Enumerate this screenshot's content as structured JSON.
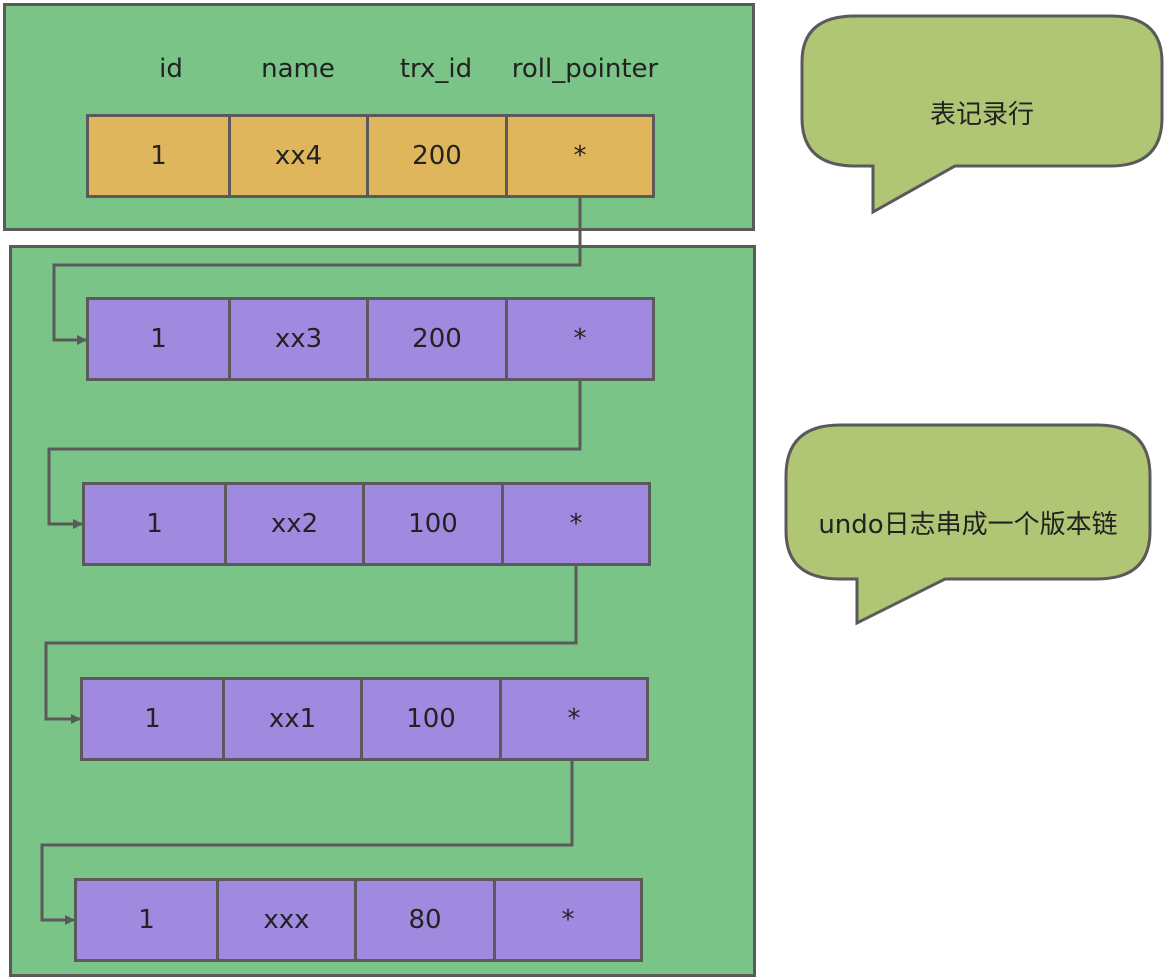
{
  "headers": [
    "id",
    "name",
    "trx_id",
    "roll_pointer"
  ],
  "current_record": [
    "1",
    "xx4",
    "200",
    "*"
  ],
  "undo_records": [
    [
      "1",
      "xx3",
      "200",
      "*"
    ],
    [
      "1",
      "xx2",
      "100",
      "*"
    ],
    [
      "1",
      "xx1",
      "100",
      "*"
    ],
    [
      "1",
      "xxx",
      "80",
      "*"
    ]
  ],
  "callouts": {
    "record": "表记录行",
    "undo_chain": "undo日志串成一个版本链"
  },
  "colors": {
    "container": "#7ac488",
    "current_row": "#e0b65c",
    "undo_row": "#a08ae0",
    "callout": "#b0c674",
    "border": "#5a5a5a"
  }
}
